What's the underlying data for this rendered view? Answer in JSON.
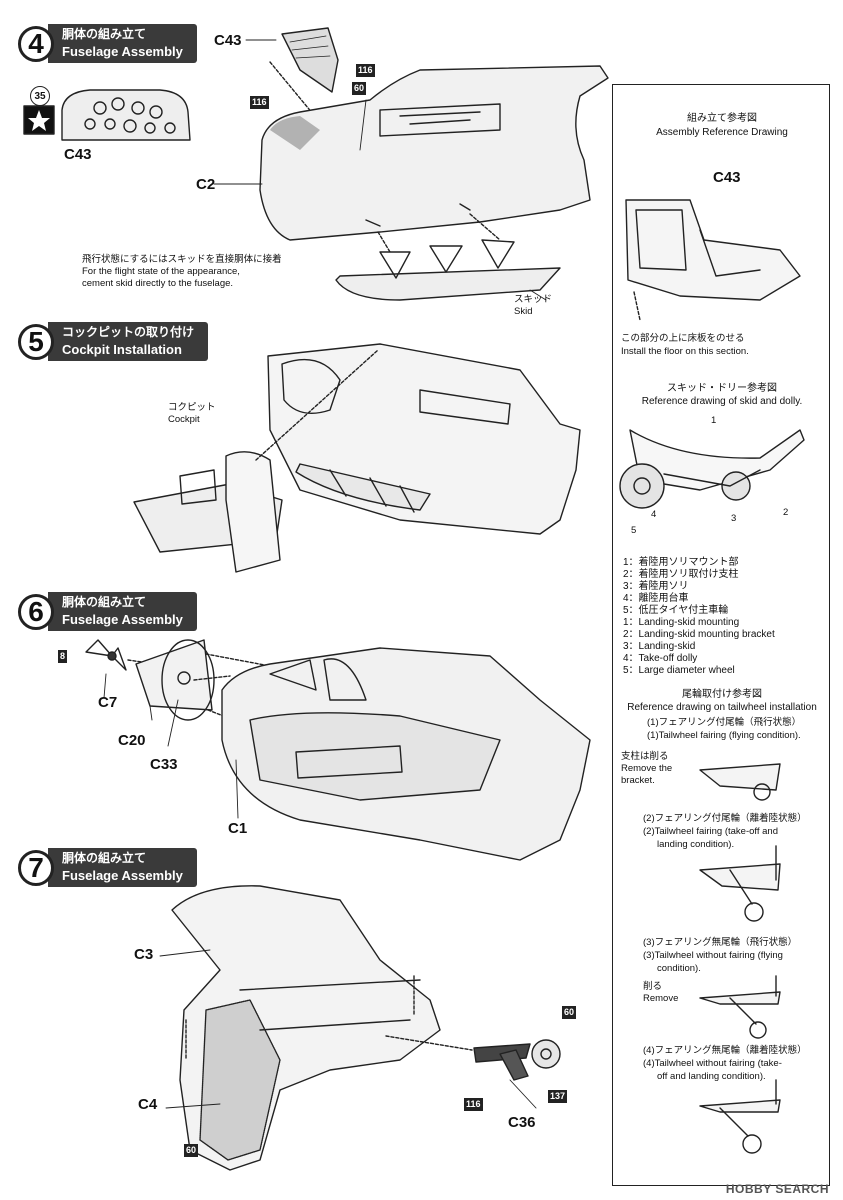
{
  "steps": [
    {
      "number": "4",
      "jp": "胴体の組み立て",
      "en": "Fuselage Assembly"
    },
    {
      "number": "5",
      "jp": "コックピットの取り付け",
      "en": "Cockpit Installation"
    },
    {
      "number": "6",
      "jp": "胴体の組み立て",
      "en": "Fuselage Assembly"
    },
    {
      "number": "7",
      "jp": "胴体の組み立て",
      "en": "Fuselage Assembly"
    }
  ],
  "step4": {
    "decal_number": "35",
    "parts": {
      "c43_top": "C43",
      "c43_panel": "C43",
      "c2": "C2"
    },
    "badges": {
      "b116a": "116",
      "b116b": "116",
      "b60": "60"
    },
    "note_jp": "飛行状態にするにはスキッドを直接胴体に接着",
    "note_en1": "For the flight state of the appearance,",
    "note_en2": "cement skid directly to the fuselage.",
    "skid_jp": "スキッド",
    "skid_en": "Skid"
  },
  "step5": {
    "cockpit_jp": "コクピット",
    "cockpit_en": "Cockpit"
  },
  "step6": {
    "parts": {
      "c7": "C7",
      "c20": "C20",
      "c33": "C33",
      "c1": "C1"
    },
    "badges": {
      "b8": "8"
    }
  },
  "step7": {
    "parts": {
      "c3": "C3",
      "c4": "C4",
      "c36": "C36"
    },
    "badges": {
      "b60a": "60",
      "b60b": "60",
      "b116": "116",
      "b137": "137"
    }
  },
  "side": {
    "ref_jp": "組み立て参考図",
    "ref_en": "Assembly Reference Drawing",
    "ref_part": "C43",
    "floor_jp": "この部分の上に床板をのせる",
    "floor_en": "Install the floor on this section.",
    "skid_ref_jp": "スキッド・ドリー参考図",
    "skid_ref_en": "Reference drawing of skid and dolly.",
    "callouts": [
      "1",
      "2",
      "3",
      "4",
      "5"
    ],
    "list_jp": [
      "1：着陸用ソリマウント部",
      "2：着陸用ソリ取付け支柱",
      "3：着陸用ソリ",
      "4：離陸用台車",
      "5：低圧タイヤ付主車輪"
    ],
    "list_en": [
      "1：Landing-skid mounting",
      "2：Landing-skid mounting bracket",
      "3：Landing-skid",
      "4：Take-off dolly",
      "5：Large diameter wheel"
    ],
    "tail_jp": "尾輪取付け参考図",
    "tail_en": "Reference drawing on tailwheel installation",
    "t1_jp": "(1)フェアリング付尾輪（飛行状態）",
    "t1_en": "(1)Tailwheel fairing (flying condition).",
    "t1_note_jp": "支柱は削る",
    "t1_note_en1": "Remove the",
    "t1_note_en2": "bracket.",
    "t2_jp": "(2)フェアリング付尾輪（離着陸状態）",
    "t2_en1": "(2)Tailwheel fairing (take-off and",
    "t2_en2": "landing condition).",
    "t3_jp": "(3)フェアリング無尾輪（飛行状態）",
    "t3_en1": "(3)Tailwheel without fairing (flying",
    "t3_en2": "condition).",
    "t3_note_jp": "削る",
    "t3_note_en": "Remove",
    "t4_jp": "(4)フェアリング無尾輪（離着陸状態）",
    "t4_en1": "(4)Tailwheel without fairing (take-",
    "t4_en2": "off and landing condition)."
  },
  "watermark": "HOBBY SEARCH"
}
